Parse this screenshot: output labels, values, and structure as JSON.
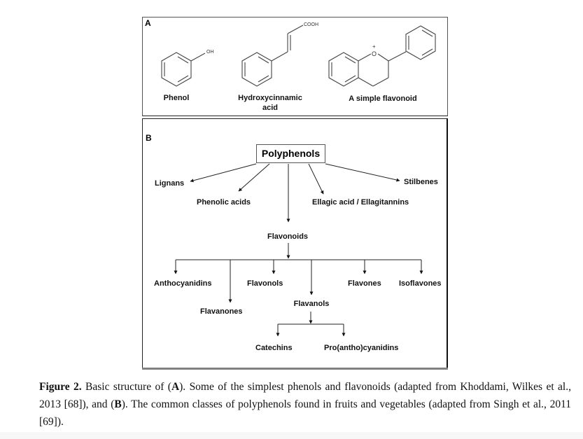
{
  "panel_a": {
    "letter": "A",
    "structures": [
      {
        "name": "Phenol",
        "substituent": "OH"
      },
      {
        "name_line1": "Hydroxycinnamic",
        "name_line2": "acid",
        "substituent": "COOH"
      },
      {
        "name": "A simple flavonoid",
        "heteroatom": "O",
        "charge": "+"
      }
    ]
  },
  "panel_b": {
    "letter": "B",
    "root": "Polyphenols",
    "level1": [
      "Lignans",
      "Phenolic acids",
      "Flavonoids",
      "Ellagic acid / Ellagitannins",
      "Stilbenes"
    ],
    "flavonoid_classes": [
      "Anthocyanidins",
      "Flavanones",
      "Flavonols",
      "Flavanols",
      "Flavones",
      "Isoflavones"
    ],
    "flavanol_classes": [
      "Catechins",
      "Pro(antho)cyanidins"
    ]
  },
  "caption": {
    "label": "Figure 2.",
    "text_part1": " Basic structure of (",
    "bold_a": "A",
    "text_part2": "). Some of the simplest phenols and flavonoids (adapted from Khoddami, Wilkes et al., 2013 [68]), and (",
    "bold_b": "B",
    "text_part3": "). The common classes of polyphenols found in fruits and vegetables (adapted from Singh et al., 2011 [69])."
  }
}
